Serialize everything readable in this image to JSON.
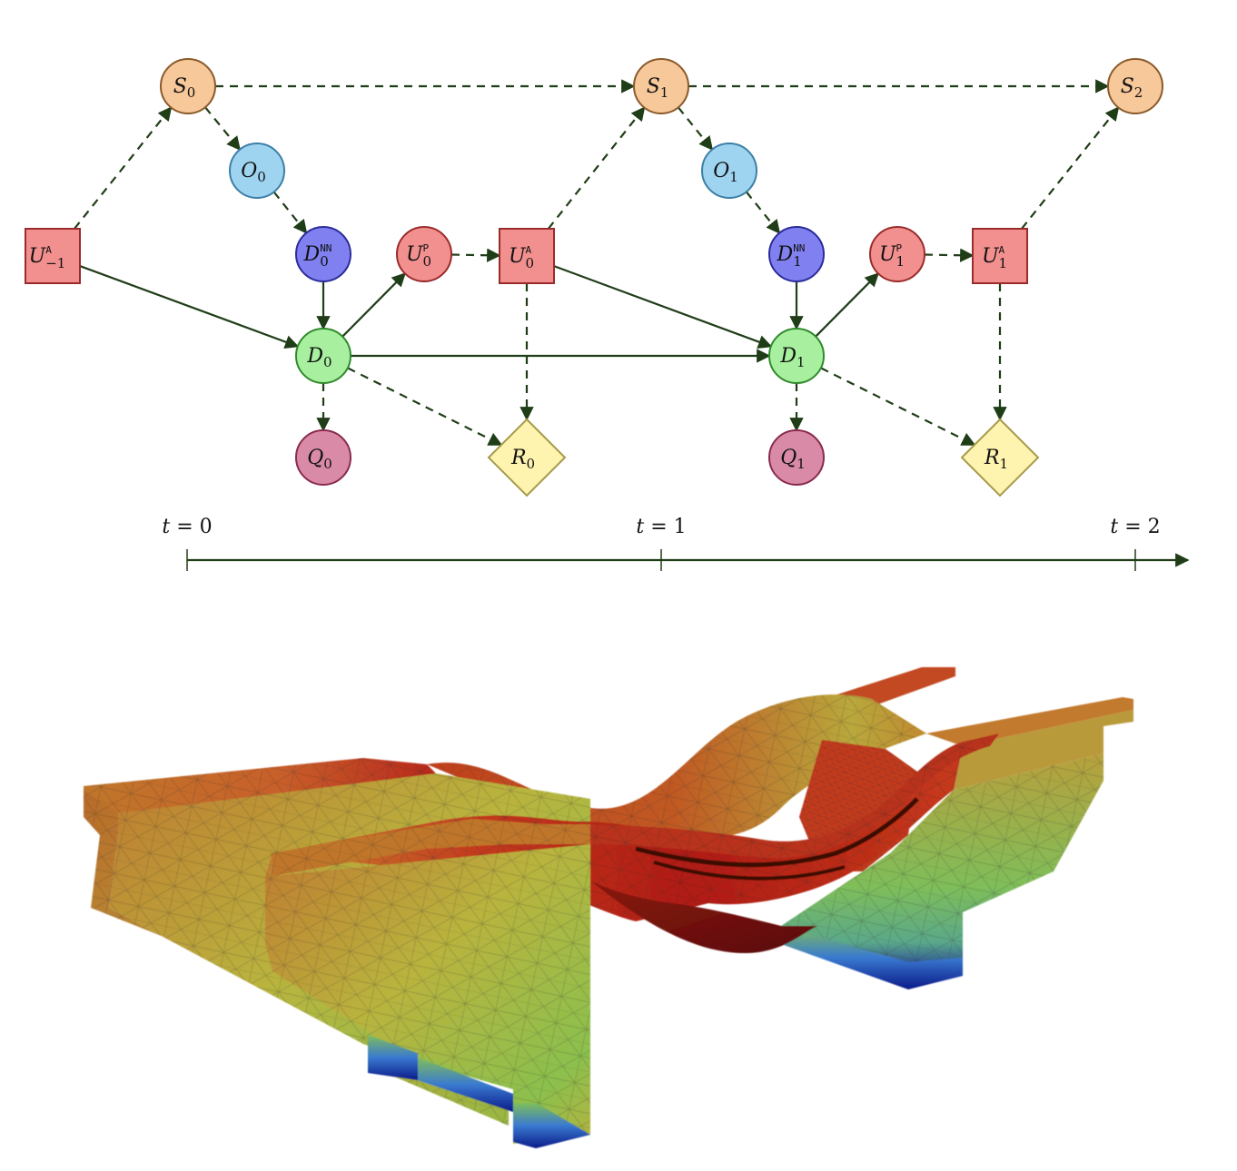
{
  "diagram": {
    "nodes": [
      {
        "id": "S0",
        "shape": "circle",
        "color": "#f7c89a",
        "stroke": "#8a5a2b",
        "main": "S",
        "sub": "0",
        "sup": ""
      },
      {
        "id": "S1",
        "shape": "circle",
        "color": "#f7c89a",
        "stroke": "#8a5a2b",
        "main": "S",
        "sub": "1",
        "sup": ""
      },
      {
        "id": "S2",
        "shape": "circle",
        "color": "#f7c89a",
        "stroke": "#8a5a2b",
        "main": "S",
        "sub": "2",
        "sup": ""
      },
      {
        "id": "O0",
        "shape": "circle",
        "color": "#9ed4f0",
        "stroke": "#3d7fa6",
        "main": "O",
        "sub": "0",
        "sup": ""
      },
      {
        "id": "O1",
        "shape": "circle",
        "color": "#9ed4f0",
        "stroke": "#3d7fa6",
        "main": "O",
        "sub": "1",
        "sup": ""
      },
      {
        "id": "DNN0",
        "shape": "circle",
        "color": "#8080f0",
        "stroke": "#2b2b9a",
        "main": "D",
        "sub": "0",
        "sup": "NN"
      },
      {
        "id": "DNN1",
        "shape": "circle",
        "color": "#8080f0",
        "stroke": "#2b2b9a",
        "main": "D",
        "sub": "1",
        "sup": "NN"
      },
      {
        "id": "UP0",
        "shape": "circle",
        "color": "#f29090",
        "stroke": "#9a2b2b",
        "main": "U",
        "sub": "0",
        "sup": "P"
      },
      {
        "id": "UP1",
        "shape": "circle",
        "color": "#f29090",
        "stroke": "#9a2b2b",
        "main": "U",
        "sub": "1",
        "sup": "P"
      },
      {
        "id": "UAm1",
        "shape": "square",
        "color": "#f29090",
        "stroke": "#9a2b2b",
        "main": "U",
        "sub": "−1",
        "sup": "A"
      },
      {
        "id": "UA0",
        "shape": "square",
        "color": "#f29090",
        "stroke": "#9a2b2b",
        "main": "U",
        "sub": "0",
        "sup": "A"
      },
      {
        "id": "UA1",
        "shape": "square",
        "color": "#f29090",
        "stroke": "#9a2b2b",
        "main": "U",
        "sub": "1",
        "sup": "A"
      },
      {
        "id": "D0",
        "shape": "circle",
        "color": "#a8f0a0",
        "stroke": "#2f8a2b",
        "main": "D",
        "sub": "0",
        "sup": ""
      },
      {
        "id": "D1",
        "shape": "circle",
        "color": "#a8f0a0",
        "stroke": "#2f8a2b",
        "main": "D",
        "sub": "1",
        "sup": ""
      },
      {
        "id": "Q0",
        "shape": "circle",
        "color": "#d98aa6",
        "stroke": "#8a2b4f",
        "main": "Q",
        "sub": "0",
        "sup": ""
      },
      {
        "id": "Q1",
        "shape": "circle",
        "color": "#d98aa6",
        "stroke": "#8a2b4f",
        "main": "Q",
        "sub": "1",
        "sup": ""
      },
      {
        "id": "R0",
        "shape": "diamond",
        "color": "#fff3b0",
        "stroke": "#a69a4a",
        "main": "R",
        "sub": "0",
        "sup": ""
      },
      {
        "id": "R1",
        "shape": "diamond",
        "color": "#fff3b0",
        "stroke": "#a69a4a",
        "main": "R",
        "sub": "1",
        "sup": ""
      }
    ],
    "edges": [
      {
        "from": "S0",
        "to": "S1",
        "style": "dashed"
      },
      {
        "from": "S1",
        "to": "S2",
        "style": "dashed"
      },
      {
        "from": "S0",
        "to": "O0",
        "style": "dashed"
      },
      {
        "from": "S1",
        "to": "O1",
        "style": "dashed"
      },
      {
        "from": "O0",
        "to": "DNN0",
        "style": "dashed"
      },
      {
        "from": "O1",
        "to": "DNN1",
        "style": "dashed"
      },
      {
        "from": "UAm1",
        "to": "S0",
        "style": "dashed"
      },
      {
        "from": "UA0",
        "to": "S1",
        "style": "dashed"
      },
      {
        "from": "UA1",
        "to": "S2",
        "style": "dashed"
      },
      {
        "from": "UAm1",
        "to": "D0",
        "style": "solid"
      },
      {
        "from": "UA0",
        "to": "D1",
        "style": "solid"
      },
      {
        "from": "DNN0",
        "to": "D0",
        "style": "solid"
      },
      {
        "from": "DNN1",
        "to": "D1",
        "style": "solid"
      },
      {
        "from": "D0",
        "to": "UP0",
        "style": "solid"
      },
      {
        "from": "D1",
        "to": "UP1",
        "style": "solid"
      },
      {
        "from": "UP0",
        "to": "UA0",
        "style": "dashed"
      },
      {
        "from": "UP1",
        "to": "UA1",
        "style": "dashed"
      },
      {
        "from": "D0",
        "to": "D1",
        "style": "solid"
      },
      {
        "from": "D0",
        "to": "Q0",
        "style": "dashed"
      },
      {
        "from": "D1",
        "to": "Q1",
        "style": "dashed"
      },
      {
        "from": "D0",
        "to": "R0",
        "style": "dashed"
      },
      {
        "from": "D1",
        "to": "R1",
        "style": "dashed"
      },
      {
        "from": "UA0",
        "to": "R0",
        "style": "dashed"
      },
      {
        "from": "UA1",
        "to": "R1",
        "style": "dashed"
      }
    ],
    "timeline": {
      "variable": "t",
      "ticks": [
        "0",
        "1",
        "2"
      ]
    }
  },
  "render": {
    "colormap": [
      "#0a1a8a",
      "#2a5ad0",
      "#6fbf6a",
      "#c9c84a",
      "#d98a2a",
      "#c0281a",
      "#7a0e0e"
    ],
    "mesh_color": "#2b2b2b"
  }
}
